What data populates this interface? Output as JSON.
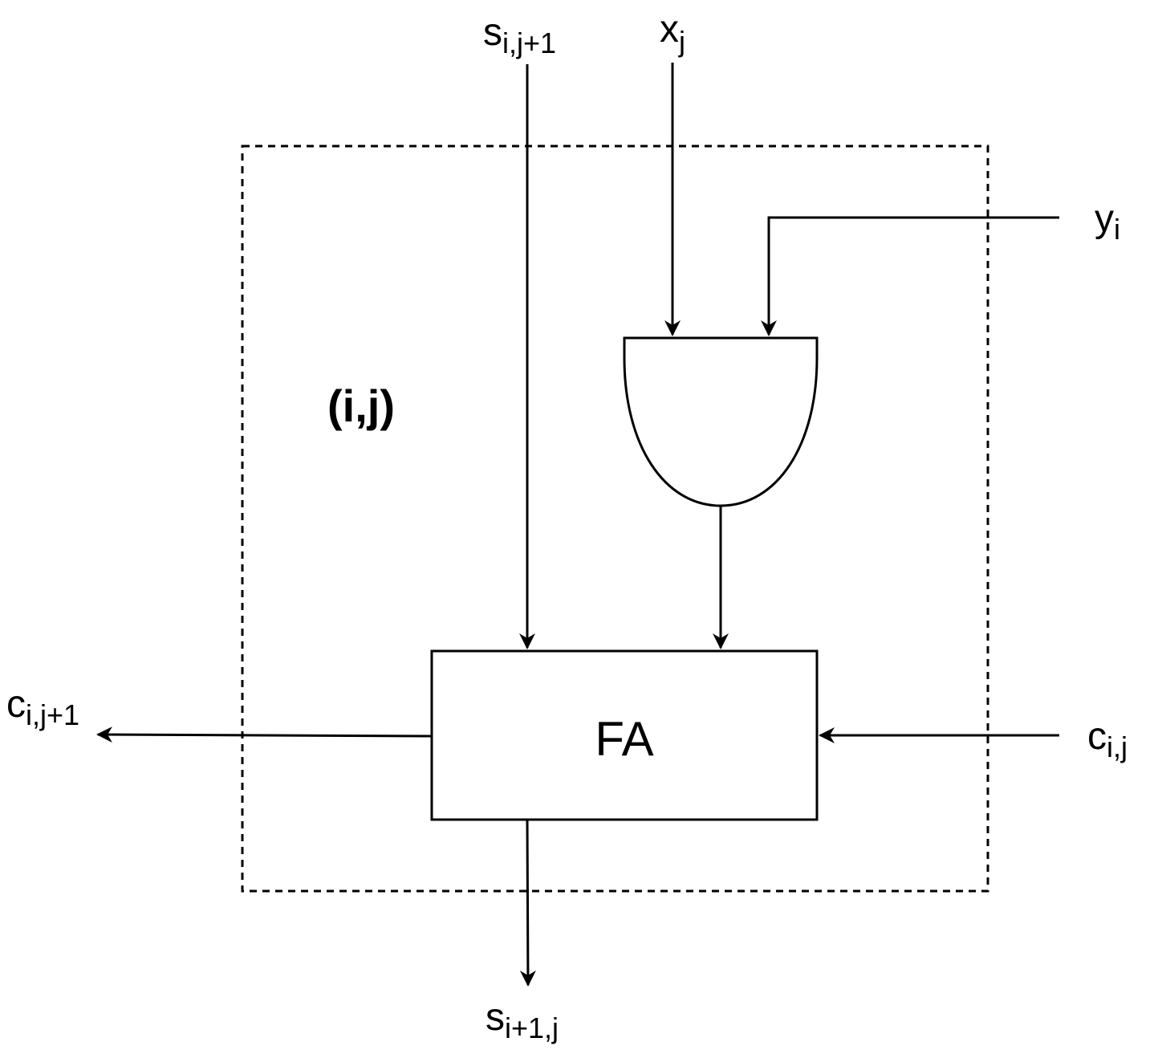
{
  "cell": {
    "label": "(i,j)"
  },
  "full_adder": {
    "label": "FA"
  },
  "signals": {
    "s_in": {
      "main": "s",
      "sub": "i,j+1"
    },
    "x_in": {
      "main": "x",
      "sub": "j"
    },
    "y_in": {
      "main": "y",
      "sub": "i"
    },
    "c_in": {
      "main": "c",
      "sub": "i,j"
    },
    "c_out": {
      "main": "c",
      "sub": "i,j+1"
    },
    "s_out": {
      "main": "s",
      "sub": "i+1,j"
    }
  },
  "colors": {
    "stroke": "#000000",
    "background": "#ffffff"
  }
}
